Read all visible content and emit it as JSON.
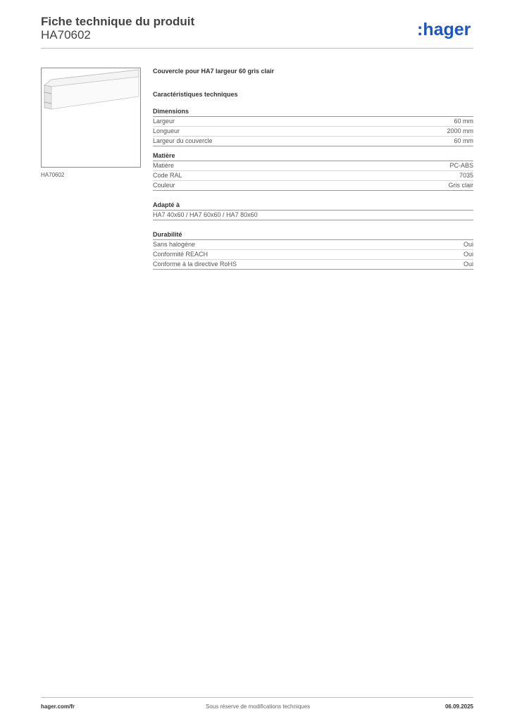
{
  "header": {
    "title": "Fiche technique du produit",
    "code": "HA70602",
    "logo_text": ":hager",
    "brand_color": "#1a56c4"
  },
  "image": {
    "caption": "HA70602",
    "icon": "cable-duct-cover-image"
  },
  "product": {
    "name": "Couvercle pour HA7 largeur 60  gris clair",
    "characteristics_title": "Caractéristiques techniques"
  },
  "sections": {
    "dimensions": {
      "title": "Dimensions",
      "rows": [
        {
          "label": "Largeur",
          "value": "60 mm"
        },
        {
          "label": "Longueur",
          "value": "2000 mm"
        },
        {
          "label": "Largeur du couvercle",
          "value": "60 mm"
        }
      ]
    },
    "matiere": {
      "title": "Matière",
      "rows": [
        {
          "label": "Matière",
          "value": "PC-ABS"
        },
        {
          "label": "Code RAL",
          "value": "7035"
        },
        {
          "label": "Couleur",
          "value": "Gris clair"
        }
      ]
    },
    "adapte": {
      "title": "Adapté à",
      "rows": [
        {
          "label": "HA7 40x60 / HA7 60x60 / HA7 80x60",
          "value": ""
        }
      ]
    },
    "durabilite": {
      "title": "Durabilité",
      "rows": [
        {
          "label": "Sans halogène",
          "value": "Oui"
        },
        {
          "label": "Conformité REACH",
          "value": "Oui"
        },
        {
          "label": "Conforme à la directive RoHS",
          "value": "Oui"
        }
      ]
    }
  },
  "footer": {
    "website": "hager.com/fr",
    "disclaimer": "Sous réserve de modifications techniques",
    "date": "06.09.2025"
  }
}
